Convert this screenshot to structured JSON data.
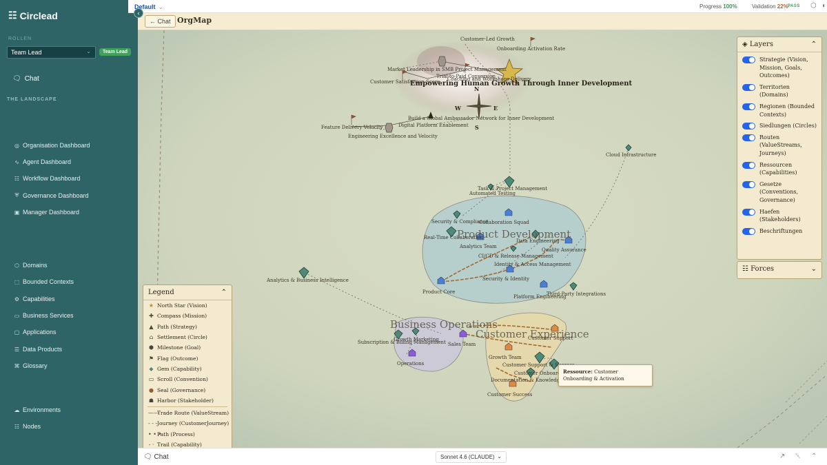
{
  "sidebar": {
    "brand": "Circlead",
    "role_caption": "ROLLEN",
    "role_value": "Team Lead",
    "role_badge": "Team Lead",
    "chat_label": "Chat",
    "section_landscape": "THE LANDSCAPE",
    "dashboards": [
      {
        "label": "Organisation Dashboard",
        "icon": "dashboard-icon"
      },
      {
        "label": "Agent Dashboard",
        "icon": "pulse-icon"
      },
      {
        "label": "Workflow Dashboard",
        "icon": "workflow-icon"
      },
      {
        "label": "Governance Dashboard",
        "icon": "shield-icon"
      },
      {
        "label": "Manager Dashboard",
        "icon": "chart-icon"
      }
    ],
    "model_items": [
      {
        "label": "Domains",
        "icon": "cube-icon"
      },
      {
        "label": "Bounded Contexts",
        "icon": "context-icon"
      },
      {
        "label": "Capabilities",
        "icon": "gear-icon"
      },
      {
        "label": "Business Services",
        "icon": "briefcase-icon"
      },
      {
        "label": "Applications",
        "icon": "app-icon"
      },
      {
        "label": "Data Products",
        "icon": "database-icon"
      },
      {
        "label": "Glossary",
        "icon": "book-icon"
      }
    ],
    "infra_items": [
      {
        "label": "Environments",
        "icon": "cloud-icon"
      },
      {
        "label": "Nodes",
        "icon": "server-icon"
      }
    ]
  },
  "topbar": {
    "workspace": "Default",
    "progress_label": "Progress",
    "progress_value": "100%",
    "validation_label": "Validation",
    "validation_value": "22%",
    "validation_status": "PASS"
  },
  "maphead": {
    "back_label": "Chat",
    "title": "OrgMap"
  },
  "map": {
    "north_star": "Empowering Human Growth Through Inner Development",
    "compass": {
      "n": "N",
      "e": "E",
      "s": "S",
      "w": "W"
    },
    "regions": [
      "Product Development",
      "Business Operations",
      "Customer Experience"
    ],
    "locations": [
      "Customer-Led Growth",
      "Onboarding Activation Rate",
      "Market Leadership in SMB Project Management",
      "Trial-to-Paid Conversion",
      "Coaching and Workshops Delivery",
      "Customer Satisfaction Score",
      "Build a Global Ambassador Network for Inner Development",
      "Feature Delivery Velocity",
      "Digital Platform Enablement",
      "Engineering Excellence and Velocity",
      "Cloud Infrastructure",
      "Task & Project Management",
      "Automated Testing",
      "Security & Compliance",
      "Collaboration Squad",
      "Real-Time Collaboration",
      "Data Engineering",
      "Analytics Team",
      "Quality Assurance",
      "CI/CD & Release Management",
      "Identity & Access Management",
      "Security & Identity",
      "Analytics & Business Intelligence",
      "Product Core",
      "Platform Engineering",
      "Third-Party Integrations",
      "Growth Marketing",
      "Subscription & Billing Management",
      "Sales Team",
      "Customer Support",
      "Operations",
      "Growth Team",
      "Customer Support & Success",
      "Customer Onboarding",
      "Documentation & Knowledge",
      "Customer Success"
    ],
    "tooltip_key": "Ressource:",
    "tooltip_value": "Customer Onboarding & Activation"
  },
  "legend": {
    "title": "Legend",
    "items": [
      {
        "label": "North Star (Vision)",
        "icon": "star-icon"
      },
      {
        "label": "Compass (Mission)",
        "icon": "compass-icon"
      },
      {
        "label": "Path (Strategy)",
        "icon": "path-icon"
      },
      {
        "label": "Settlement (Circle)",
        "icon": "settlement-icon"
      },
      {
        "label": "Milestone (Goal)",
        "icon": "milestone-icon"
      },
      {
        "label": "Flag (Outcome)",
        "icon": "flag-icon"
      },
      {
        "label": "Gem (Capability)",
        "icon": "gem-icon"
      },
      {
        "label": "Scroll (Convention)",
        "icon": "scroll-icon"
      },
      {
        "label": "Seal (Governance)",
        "icon": "seal-icon"
      },
      {
        "label": "Harbor (Stakeholder)",
        "icon": "harbor-icon"
      }
    ],
    "routes": [
      {
        "label": "Trade Route (ValueStream)",
        "glyph": "——"
      },
      {
        "label": "Journey (CustomerJourney)",
        "glyph": "- - -"
      },
      {
        "label": "Path (Process)",
        "glyph": "• • •"
      },
      {
        "label": "Trail (Capability)",
        "glyph": "- ·"
      }
    ]
  },
  "layers": {
    "title": "Layers",
    "items": [
      "Strategie (Vision, Mission, Goals, Outcomes)",
      "Territorien (Domains)",
      "Regionen (Bounded Contexts)",
      "Siedlungen (Circles)",
      "Routen (ValueStreams, Journeys)",
      "Ressourcen (Capabilities)",
      "Gesetze (Conventions, Governance)",
      "Haefen (Stakeholders)",
      "Beschriftungen"
    ]
  },
  "forces": {
    "title": "Forces"
  },
  "bottombar": {
    "chat_label": "Chat",
    "model": "Sonnet 4.6 (CLAUDE)"
  },
  "colors": {
    "sidebar": "#2f6467",
    "accent": "#2563eb",
    "parchment": "#f3ecd9",
    "pass": "#2e9e55"
  }
}
